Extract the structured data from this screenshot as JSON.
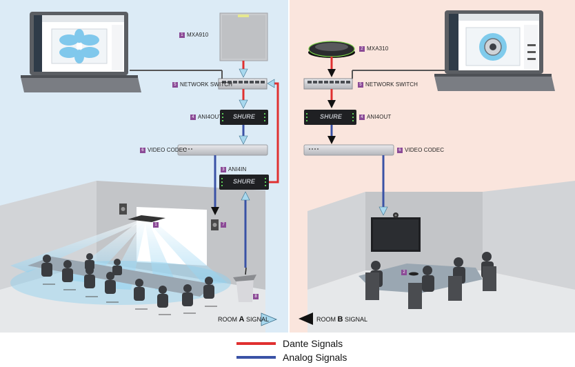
{
  "devices": {
    "mxa910": {
      "num": "1",
      "name": "MXA910"
    },
    "mxa310": {
      "num": "2",
      "name": "MXA310"
    },
    "switch_a": {
      "num": "5",
      "name": "NETWORK SWITCH"
    },
    "switch_b": {
      "num": "5",
      "name": "NETWORK SWITCH"
    },
    "ani4out_a": {
      "num": "4",
      "name": "ANI4OUT"
    },
    "ani4out_b": {
      "num": "4",
      "name": "ANI4OUT"
    },
    "codec_a": {
      "num": "6",
      "name": "VIDEO CODEC"
    },
    "codec_b": {
      "num": "6",
      "name": "VIDEO CODEC"
    },
    "ani4in": {
      "num": "3",
      "name": "ANI4IN"
    },
    "speaker": {
      "num": "7"
    },
    "podium": {
      "num": "8"
    },
    "ceiling_mic": {
      "num": "1"
    },
    "table_mic": {
      "num": "2"
    }
  },
  "brand_label": "SHURE",
  "signals": {
    "room_a_prefix": "ROOM ",
    "room_a_letter": "A",
    "room_a_suffix": " SIGNAL",
    "room_b_prefix": "ROOM ",
    "room_b_letter": "B",
    "room_b_suffix": " SIGNAL"
  },
  "legend": {
    "dante": "Dante Signals",
    "analog": "Analog Signals"
  },
  "colors": {
    "dante": "#e03030",
    "analog": "#3a52a6",
    "room_a_bg": "#dcebf6",
    "room_b_bg": "#fae5dd",
    "badge": "#8b4a96",
    "room_a_arrow": "#a8d8ee",
    "room_b_arrow": "#111111"
  }
}
